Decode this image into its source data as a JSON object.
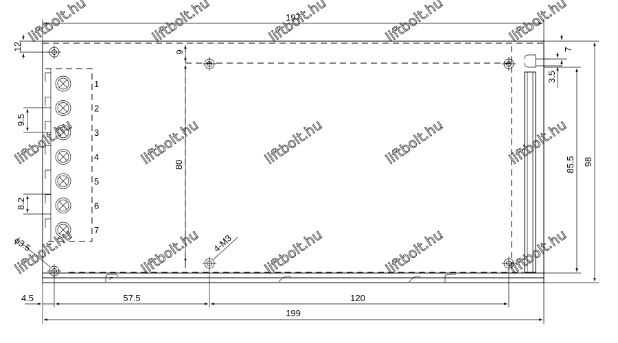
{
  "dimensions": {
    "overall_top": "197",
    "overall_bottom": "199",
    "left_offset": "4.5",
    "hole_left_offset": "57.5",
    "hole_spacing_h": "120",
    "top_margin_left": "12",
    "top_margin_inner": "9",
    "hole_spacing_v": "80",
    "height_total": "98",
    "height_inner": "85.5",
    "right_top": "7",
    "right_small": "3.5",
    "terminal_pitch_a": "9.5",
    "terminal_pitch_b": "8.2"
  },
  "labels": {
    "mount_holes": "4-M3",
    "corner_hole": "ϕ3.5"
  },
  "terminals": [
    "1",
    "2",
    "3",
    "4",
    "5",
    "6",
    "7"
  ],
  "watermark": "liftbolt.hu"
}
